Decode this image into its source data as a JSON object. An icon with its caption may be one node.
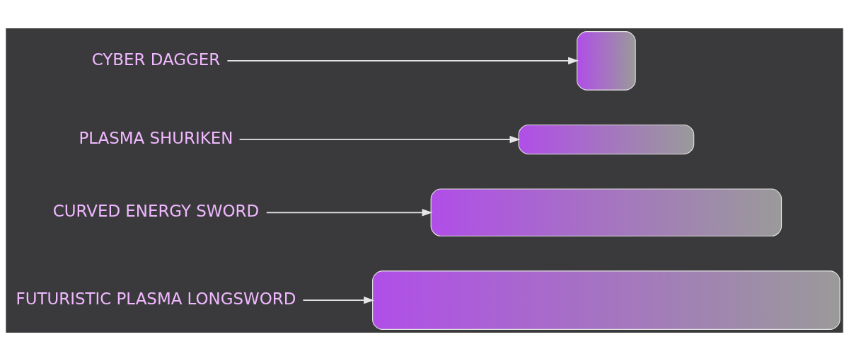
{
  "diagram": {
    "nodes": [
      {
        "text": [
          "CYBER DAGGER"
        ]
      },
      {
        "text": [],
        "shape": "picture"
      },
      {
        "text": [
          "PLASMA SHURIKEN"
        ]
      },
      {
        "text": [],
        "shape": "picture"
      },
      {
        "text": [
          "CURVED ENERGY SWORD"
        ]
      },
      {
        "text": [],
        "shape": "picture"
      },
      {
        "text": [
          "FUTURISTIC PLASMA LONGSWORD"
        ]
      },
      {
        "text": [],
        "shape": "picture"
      }
    ],
    "edges": [
      {
        "from": 0,
        "to": 1,
        "arrow": "to"
      },
      {
        "from": 2,
        "to": 3,
        "arrow": "to"
      },
      {
        "from": 4,
        "to": 5,
        "arrow": "to"
      },
      {
        "from": 6,
        "to": 7,
        "arrow": "to"
      }
    ]
  }
}
